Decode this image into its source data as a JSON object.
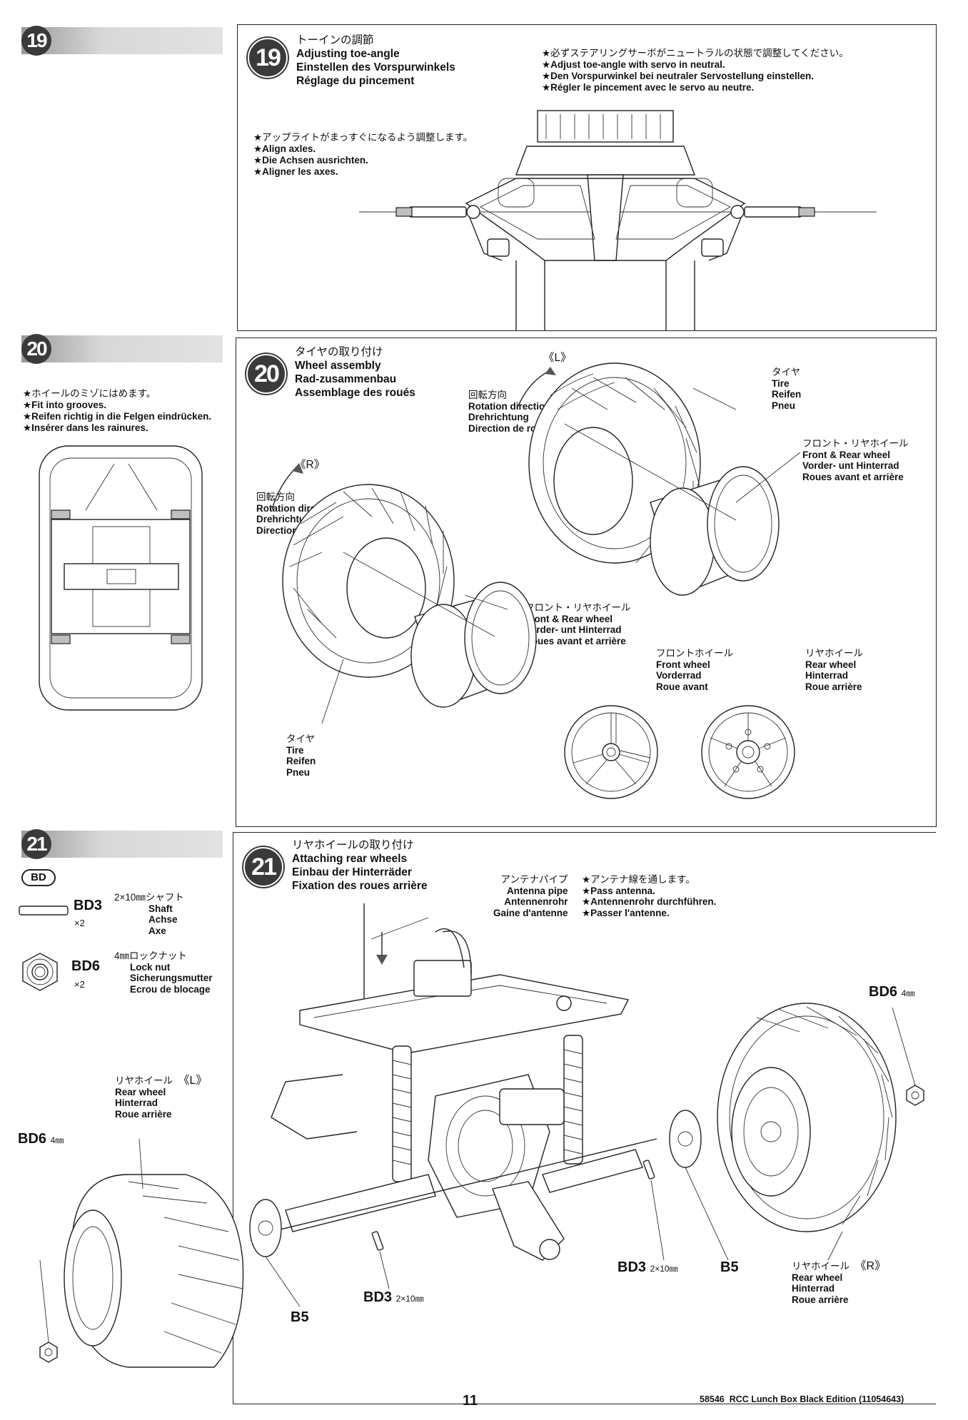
{
  "steps": {
    "s19": {
      "num": "19",
      "title_jp": "トーインの調節",
      "title_en": "Adjusting toe-angle",
      "title_de": "Einstellen des Vorspurwinkels",
      "title_fr": "Réglage du pincement",
      "note_top": [
        "★必ずステアリングサーボがニュートラルの状態で調整してください。",
        "★Adjust toe-angle with servo in neutral.",
        "★Den Vorspurwinkel bei neutraler Servostellung einstellen.",
        "★Régler le pincement avec le servo au neutre."
      ],
      "note_align": [
        "★アップライトがまっすぐになるよう調整します。",
        "★Align axles.",
        "★Die Achsen ausrichten.",
        "★Aligner les axes."
      ]
    },
    "s20": {
      "num": "20",
      "side_note": [
        "★ホイールのミゾにはめます。",
        "★Fit into grooves.",
        "★Reifen richtig in die Felgen eindrücken.",
        "★Insérer dans les rainures."
      ],
      "title_jp": "タイヤの取り付け",
      "title_en": "Wheel assembly",
      "title_de": "Rad-zusammenbau",
      "title_fr": "Assemblage des roués",
      "left_mark": "《L》",
      "right_mark": "《R》",
      "rot_jp": "回転方向",
      "rot_en": "Rotation direction",
      "rot_de": "Drehrichtung",
      "rot_fr": "Direction de rotation",
      "tire_jp": "タイヤ",
      "tire_en": "Tire",
      "tire_de": "Reifen",
      "tire_fr": "Pneu",
      "fr_wheel_jp": "フロント・リヤホイール",
      "fr_wheel_en": "Front & Rear wheel",
      "fr_wheel_de": "Vorder- unt Hinterrad",
      "fr_wheel_fr": "Roues avant et arrière",
      "front_jp": "フロントホイール",
      "front_en": "Front wheel",
      "front_de": "Vorderrad",
      "front_fr": "Roue avant",
      "rear_jp": "リヤホイール",
      "rear_en": "Rear wheel",
      "rear_de": "Hinterrad",
      "rear_fr": "Roue arrière"
    },
    "s21": {
      "num": "21",
      "bag": "BD",
      "bd3_code": "BD3",
      "bd3_qty": "×2",
      "bd3_jp": "2×10㎜シャフト",
      "bd3_en": "Shaft",
      "bd3_de": "Achse",
      "bd3_fr": "Axe",
      "bd6_code": "BD6",
      "bd6_qty": "×2",
      "bd6_jp": "4㎜ロックナット",
      "bd6_en": "Lock nut",
      "bd6_de": "Sicherungsmutter",
      "bd6_fr": "Ecrou de blocage",
      "title_jp": "リヤホイールの取り付け",
      "title_en": "Attaching rear wheels",
      "title_de": "Einbau der Hinterräder",
      "title_fr": "Fixation des roues arrière",
      "ant_jp": "アンテナパイプ",
      "ant_en": "Antenna pipe",
      "ant_de": "Antennenrohr",
      "ant_fr": "Gaine d'antenne",
      "ant_note": [
        "★アンテナ線を通します。",
        "★Pass antenna.",
        "★Antennenrohr durchführen.",
        "★Passer l'antenne."
      ],
      "bd6_label": "BD6",
      "size_4mm": "4㎜",
      "bd3_label": "BD3",
      "size_2x10": "2×10㎜",
      "b5": "B5",
      "rear_jp": "リヤホイール",
      "rear_en": "Rear wheel",
      "rear_de": "Hinterrad",
      "rear_fr": "Roue arrière",
      "mark_l": "《L》",
      "mark_r": "《R》"
    }
  },
  "footer": {
    "page": "11",
    "ref": "58546  RCC Lunch Box Black Edition (11054643)"
  }
}
